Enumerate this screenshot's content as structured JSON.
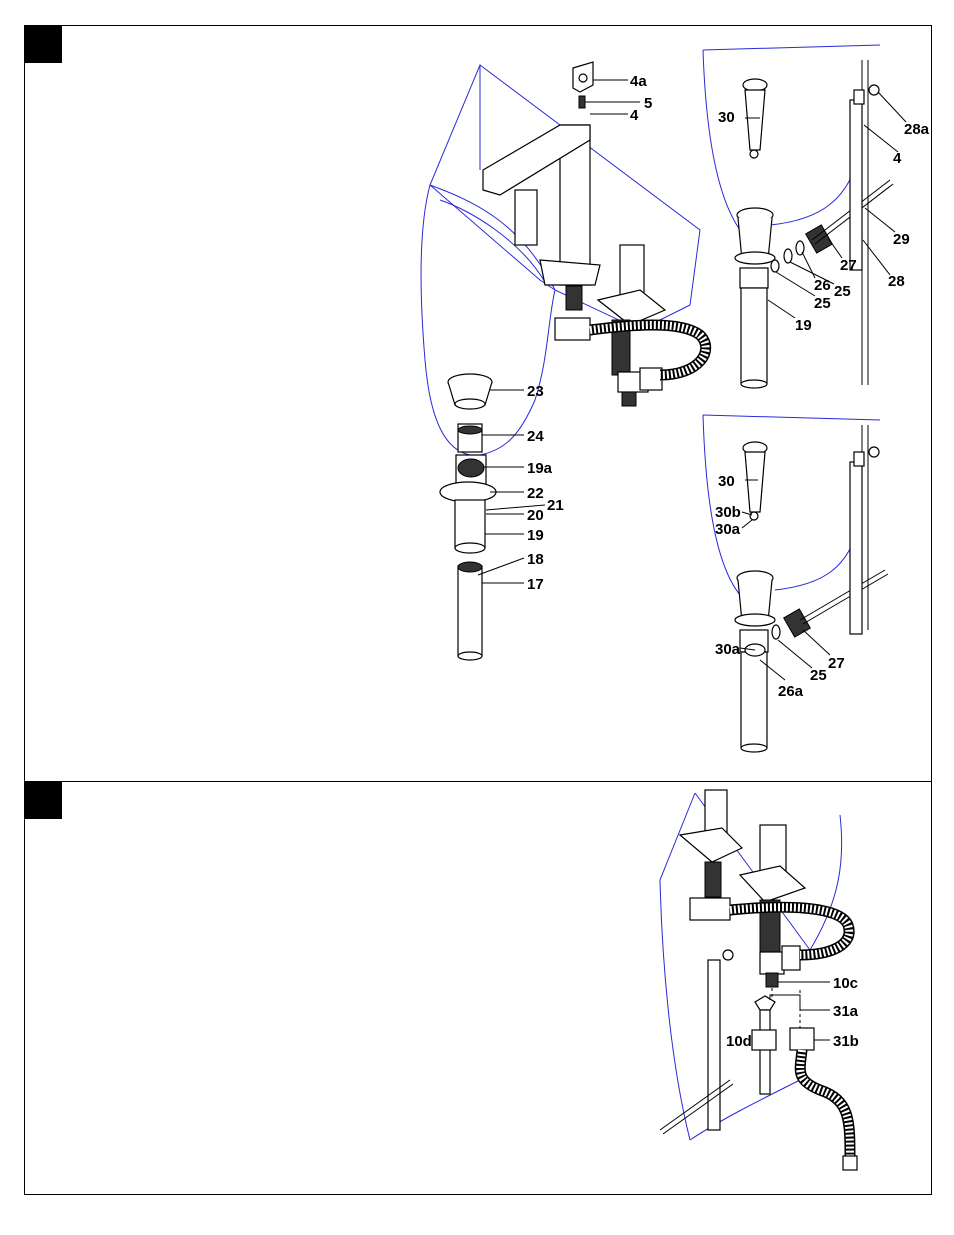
{
  "labels_top_center": [
    "4a",
    "5",
    "4",
    "23",
    "24",
    "19a",
    "22",
    "21",
    "20",
    "19",
    "18",
    "17"
  ],
  "labels_top_right_a": [
    "30",
    "28a",
    "4",
    "29",
    "27",
    "26",
    "25",
    "25",
    "28",
    "19"
  ],
  "labels_top_right_b": [
    "30",
    "30b",
    "30a",
    "30a",
    "25",
    "27",
    "26a"
  ],
  "labels_bottom": [
    "10c",
    "31a",
    "10d",
    "31b"
  ]
}
